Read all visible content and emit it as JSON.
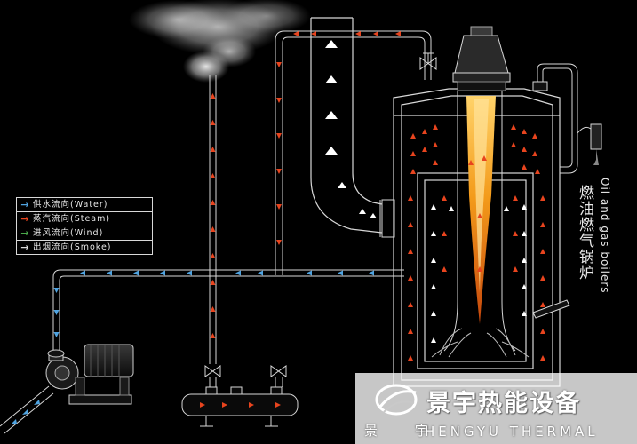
{
  "legend": {
    "items": [
      {
        "label": "供水流向(Water)",
        "arrow": "→",
        "color": "#4fa3e0"
      },
      {
        "label": "蒸汽流向(Steam)",
        "arrow": "→",
        "color": "#e8441e"
      },
      {
        "label": "进风流向(Wind)",
        "arrow": "→",
        "color": "#4aa84a"
      },
      {
        "label": "出烟流向(Smoke)",
        "arrow": "→",
        "color": "#d8d8d8"
      }
    ]
  },
  "boiler": {
    "title_cn": "燃油燃气锅炉",
    "title_en": "Oil and gas boilers"
  },
  "brand": {
    "name_cn": "景宇热能设备",
    "name_cn_small": "景宇",
    "name_en": "HENGYU THERMAL"
  },
  "colors": {
    "water": "#4fa3e0",
    "steam": "#e8441e",
    "wind": "#4aa84a",
    "smoke": "#d8d8d8",
    "outline": "#d8d8d8",
    "flame": "#f3a21b"
  }
}
